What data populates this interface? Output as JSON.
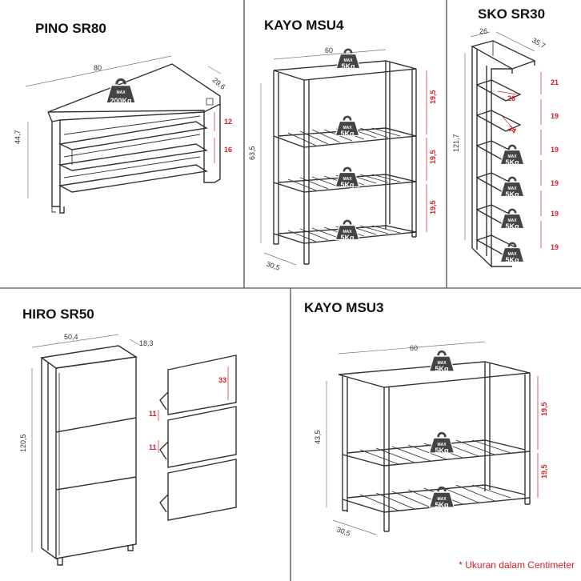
{
  "colors": {
    "dimension_red": "#d0202a",
    "line": "#333333",
    "weight_icon": "#444444",
    "divider": "#666666"
  },
  "icons": [
    "weight-icon"
  ],
  "panels": {
    "pino": {
      "title": "PINO SR80",
      "width": "80",
      "depth": "29,6",
      "height": "44,7",
      "gap1": "12",
      "gap2": "16",
      "weight_max": "MAX",
      "weight_value": "200Kg"
    },
    "kayo4": {
      "title": "KAYO MSU4",
      "width": "60",
      "depth": "30,5",
      "height": "63,5",
      "gap1": "19,5",
      "gap2": "19,5",
      "gap3": "19,5",
      "weight_max": "MAX",
      "weight_value": "5Kg"
    },
    "sko": {
      "title": "SKO SR30",
      "width": "26",
      "depth": "35,7",
      "height": "121,7",
      "shelf_width": "26",
      "shelf_depth": "34",
      "gap1": "21",
      "gap2": "19",
      "gap3": "19",
      "gap4": "19",
      "gap5": "19",
      "gap6": "19",
      "weight_max": "MAX",
      "weight_value": "5Kg"
    },
    "hiro": {
      "title": "HIRO SR50",
      "width": "50,4",
      "depth": "18,3",
      "height": "120,5",
      "door_height": "33",
      "gap1": "11",
      "gap2": "11"
    },
    "kayo3": {
      "title": "KAYO MSU3",
      "width": "60",
      "depth": "30,5",
      "height": "43,5",
      "gap1": "19,5",
      "gap2": "19,5",
      "weight_max": "MAX",
      "weight_value": "5Kg"
    }
  },
  "footnote": "* Ukuran dalam Centimeter"
}
